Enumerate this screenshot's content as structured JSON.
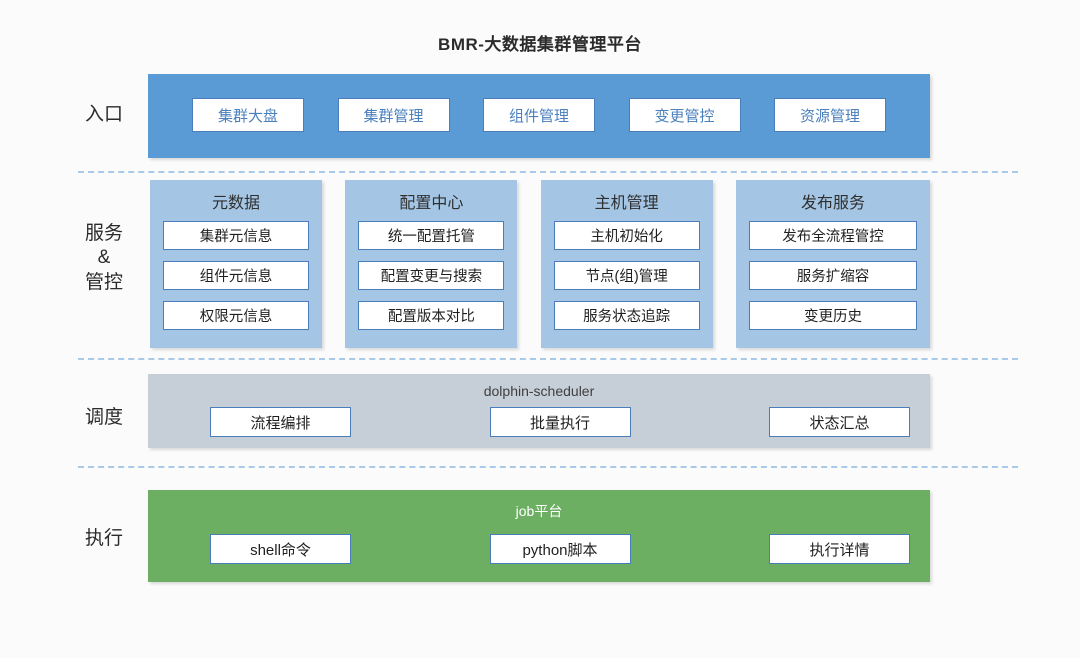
{
  "title": "BMR-大数据集群管理平台",
  "row_labels": {
    "entry": "入口",
    "service": "服务\n&\n管控",
    "schedule": "调度",
    "execute": "执行"
  },
  "colors": {
    "entry_band": "#5B9BD5",
    "service_card": "#A4C6E4",
    "schedule_band": "#C6CED8",
    "execute_band": "#6CAE62",
    "chip_border": "#4A7EBB",
    "entry_chip_text": "#4A80BD",
    "divider": "#A9C9E8",
    "page_background": "#FBFBFC"
  },
  "entry": {
    "chips": [
      {
        "label": "集群大盘"
      },
      {
        "label": "集群管理"
      },
      {
        "label": "组件管理"
      },
      {
        "label": "变更管控"
      },
      {
        "label": "资源管理"
      }
    ]
  },
  "service": {
    "cards": [
      {
        "title": "元数据",
        "items": [
          {
            "label": "集群元信息"
          },
          {
            "label": "组件元信息"
          },
          {
            "label": "权限元信息"
          }
        ]
      },
      {
        "title": "配置中心",
        "items": [
          {
            "label": "统一配置托管"
          },
          {
            "label": "配置变更与搜索"
          },
          {
            "label": "配置版本对比"
          }
        ]
      },
      {
        "title": "主机管理",
        "items": [
          {
            "label": "主机初始化"
          },
          {
            "label": "节点(组)管理"
          },
          {
            "label": "服务状态追踪"
          }
        ]
      },
      {
        "title": "发布服务",
        "items": [
          {
            "label": "发布全流程管控"
          },
          {
            "label": "服务扩缩容"
          },
          {
            "label": "变更历史"
          }
        ]
      }
    ]
  },
  "schedule": {
    "caption": "dolphin-scheduler",
    "chips": [
      {
        "label": "流程编排"
      },
      {
        "label": "批量执行"
      },
      {
        "label": "状态汇总"
      }
    ]
  },
  "execute": {
    "caption": "job平台",
    "chips": [
      {
        "label": "shell命令"
      },
      {
        "label": "python脚本"
      },
      {
        "label": "执行详情"
      }
    ]
  }
}
